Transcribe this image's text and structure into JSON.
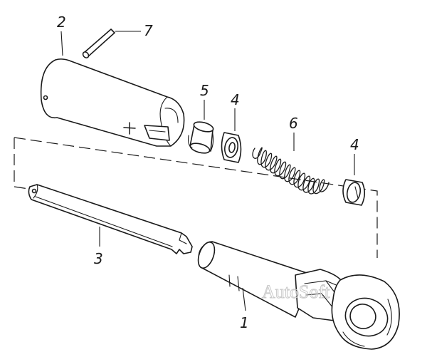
{
  "callouts": {
    "part_1": "1",
    "part_2": "2",
    "part_3": "3",
    "part_4_left": "4",
    "part_4_right": "4",
    "part_5": "5",
    "part_6": "6",
    "part_7": "7"
  },
  "watermark": "AutoSoft"
}
